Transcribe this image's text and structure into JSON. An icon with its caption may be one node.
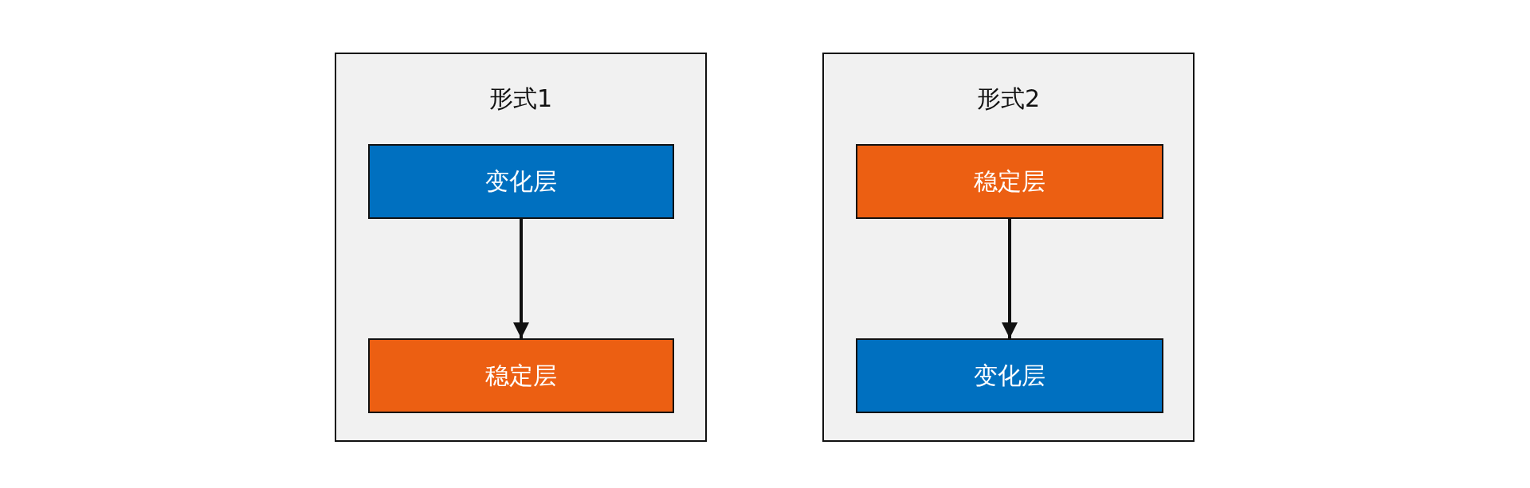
{
  "diagram": {
    "nodes": [
      {
        "text": [
          "形式1"
        ]
      },
      {
        "text": [
          "变化层"
        ],
        "in": 0
      },
      {
        "text": [
          "稳定层"
        ],
        "in": 0
      },
      {
        "text": [
          "形式2"
        ]
      },
      {
        "text": [
          "稳定层"
        ],
        "in": 3
      },
      {
        "text": [
          "变化层"
        ],
        "in": 3
      }
    ],
    "edges": [
      {
        "from": 1,
        "to": 2,
        "arrow": "to"
      },
      {
        "from": 4,
        "to": 5,
        "arrow": "to"
      }
    ]
  }
}
